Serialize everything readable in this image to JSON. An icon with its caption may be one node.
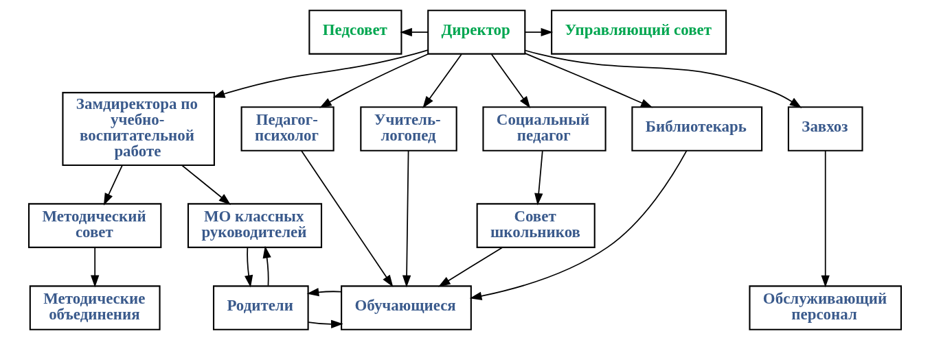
{
  "diagram": {
    "nodes": [
      {
        "text": [
          "Педсовет"
        ]
      },
      {
        "text": [
          "Директор"
        ]
      },
      {
        "text": [
          "Управляющий совет"
        ]
      },
      {
        "text": [
          "Замдиректора по учебно-воспитательной работе"
        ]
      },
      {
        "text": [
          "Педагог-психолог"
        ]
      },
      {
        "text": [
          "Учитель-логопед"
        ]
      },
      {
        "text": [
          "Социальный педагог"
        ]
      },
      {
        "text": [
          "Библиотекарь"
        ]
      },
      {
        "text": [
          "Завхоз"
        ]
      },
      {
        "text": [
          "Методический совет"
        ]
      },
      {
        "text": [
          "МО классных руководителей"
        ]
      },
      {
        "text": [
          "Совет школьников"
        ]
      },
      {
        "text": [
          "Методические объединения"
        ]
      },
      {
        "text": [
          "Родители"
        ]
      },
      {
        "text": [
          "Обучающиеся"
        ]
      },
      {
        "text": [
          "Обслуживающий персонал"
        ]
      }
    ],
    "edges": [
      {
        "from": 1,
        "to": 0,
        "arrow": "to"
      },
      {
        "from": 1,
        "to": 2,
        "arrow": "to"
      },
      {
        "from": 1,
        "to": 3,
        "arrow": "to"
      },
      {
        "from": 1,
        "to": 4,
        "arrow": "to"
      },
      {
        "from": 1,
        "to": 5,
        "arrow": "to"
      },
      {
        "from": 1,
        "to": 6,
        "arrow": "to"
      },
      {
        "from": 1,
        "to": 7,
        "arrow": "to"
      },
      {
        "from": 1,
        "to": 8,
        "arrow": "to"
      },
      {
        "from": 3,
        "to": 9,
        "arrow": "to"
      },
      {
        "from": 3,
        "to": 10,
        "arrow": "to"
      },
      {
        "from": 9,
        "to": 12,
        "arrow": "to"
      },
      {
        "from": 10,
        "to": 13,
        "arrow": "to"
      },
      {
        "from": 13,
        "to": 10,
        "arrow": "to"
      },
      {
        "from": 13,
        "to": 14,
        "arrow": "to"
      },
      {
        "from": 14,
        "to": 13,
        "arrow": "to"
      },
      {
        "from": 4,
        "to": 14,
        "arrow": "to"
      },
      {
        "from": 5,
        "to": 14,
        "arrow": "to"
      },
      {
        "from": 6,
        "to": 11,
        "arrow": "to"
      },
      {
        "from": 11,
        "to": 14,
        "arrow": "to"
      },
      {
        "from": 7,
        "to": 14,
        "arrow": "to"
      },
      {
        "from": 8,
        "to": 15,
        "arrow": "to"
      }
    ]
  }
}
